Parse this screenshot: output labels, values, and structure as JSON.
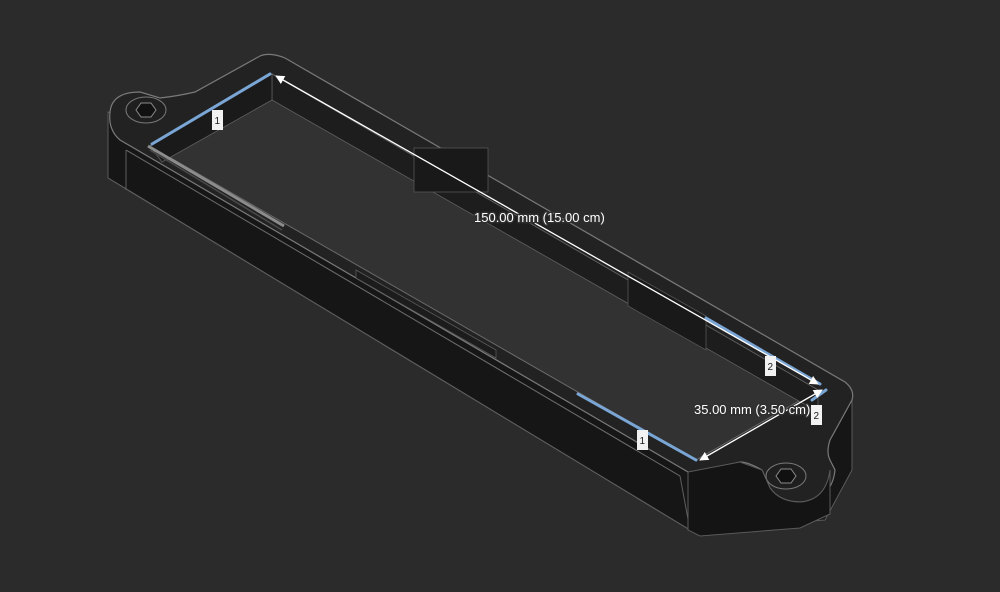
{
  "measurements": {
    "length": {
      "label": "150.00 mm (15.00 cm)"
    },
    "width": {
      "label": "35.00 mm (3.50 cm)"
    }
  },
  "edge_tags": {
    "top_left": "1",
    "bottom_center": "1",
    "right_upper": "2",
    "right_lower": "2"
  },
  "colors": {
    "background": "#2b2b2b",
    "edge_line": "#8c8c8c",
    "selected_edge": "#7aa6d6",
    "dimension_line": "#ffffff"
  }
}
